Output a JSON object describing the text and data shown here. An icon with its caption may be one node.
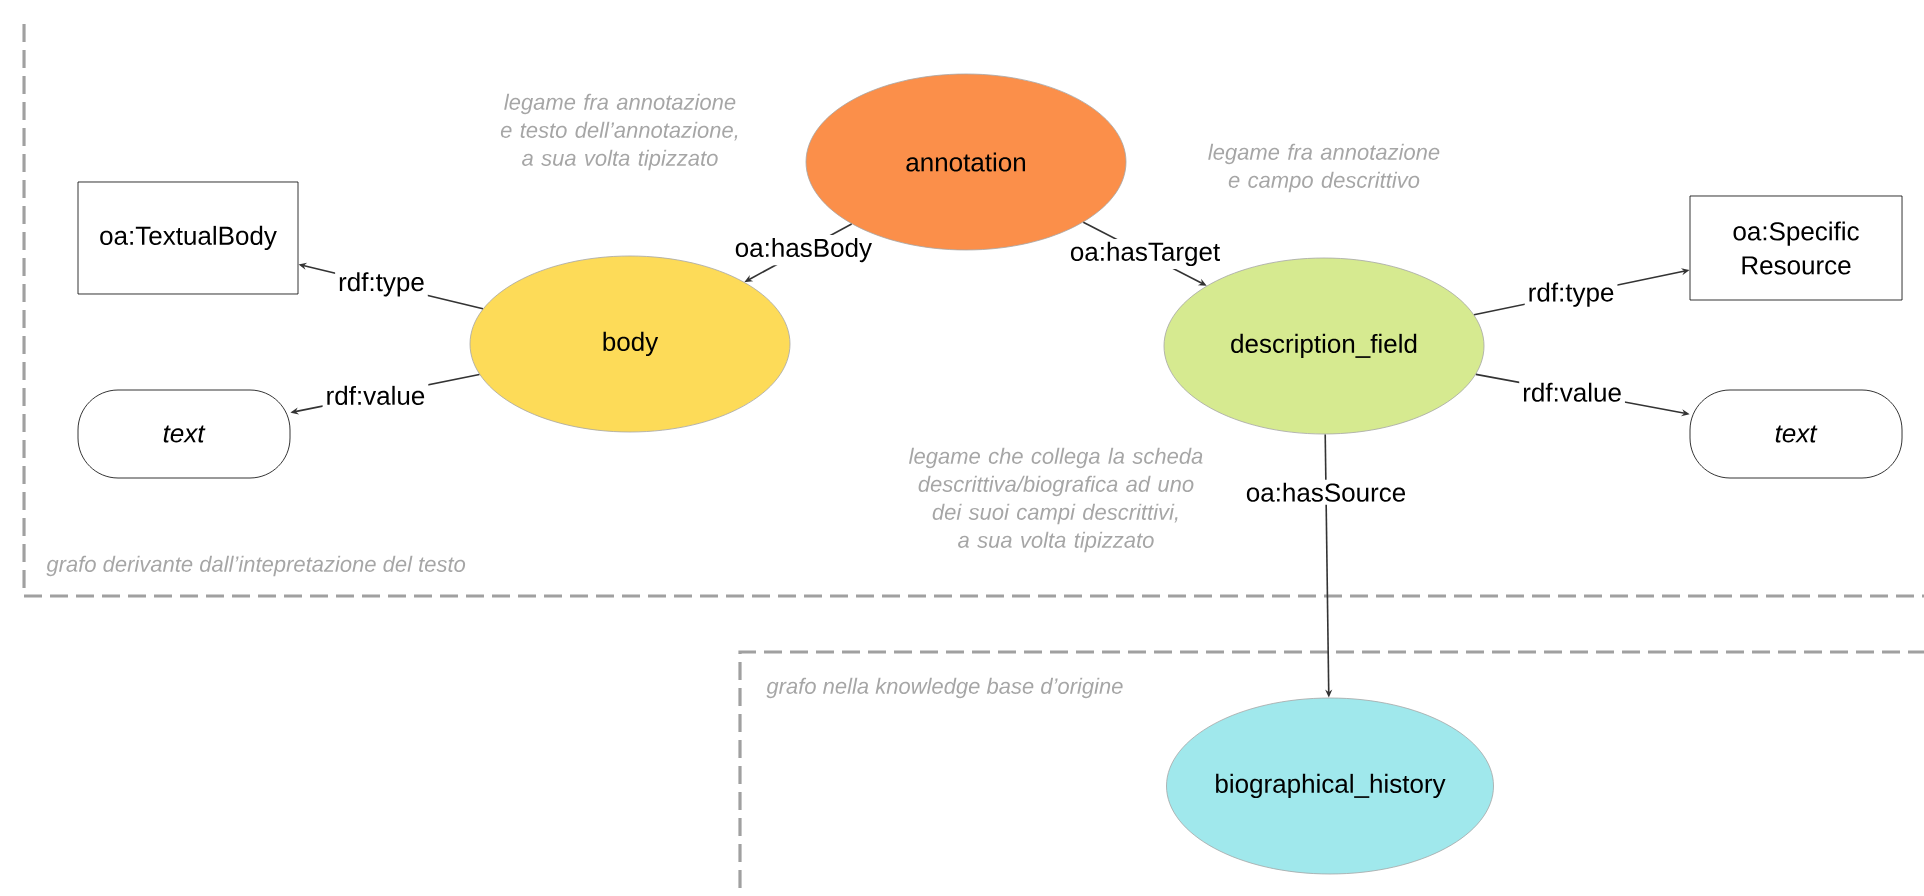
{
  "diagram": {
    "nodes": [
      {
        "text": [
          "grafo derivante dall’intepretazione del testo"
        ]
      },
      {
        "text": [
          "annotation"
        ],
        "in": 0
      },
      {
        "text": [
          "body"
        ],
        "in": 0
      },
      {
        "text": [
          "oa:TextualBody"
        ],
        "in": 0
      },
      {
        "text": [
          "*text*"
        ],
        "in": 0
      },
      {
        "text": [
          "description_field"
        ],
        "in": 0
      },
      {
        "text": [
          "oa:Specific Resource"
        ],
        "in": 0
      },
      {
        "text": [
          "*text*"
        ],
        "in": 0
      },
      {
        "text": [
          "grafo nella knowledge base d’origine"
        ]
      },
      {
        "text": [
          "biographical_history"
        ],
        "in": 8
      }
    ],
    "edges": [
      {
        "from": 1,
        "to": 2,
        "arrow": "to",
        "label": "oa:hasBody"
      },
      {
        "from": 1,
        "to": 5,
        "arrow": "to",
        "label": "oa:hasTarget"
      },
      {
        "from": 2,
        "to": 3,
        "arrow": "to",
        "label": "rdf:type"
      },
      {
        "from": 2,
        "to": 4,
        "arrow": "to",
        "label": "rdf:value"
      },
      {
        "from": 5,
        "to": 6,
        "arrow": "to",
        "label": "rdf:type"
      },
      {
        "from": 5,
        "to": 7,
        "arrow": "to",
        "label": "rdf:value"
      },
      {
        "from": 5,
        "to": 9,
        "arrow": "to",
        "label": "oa:hasSource"
      }
    ],
    "labels": [
      "legame fra annotazione e testo dell’annotazione, a sua volta tipizzato",
      "legame fra annotazione e campo descrittivo",
      "legame che collega la scheda descrittiva/biografica ad uno dei suoi campi descrittivi, a sua volta tipizzato"
    ]
  }
}
